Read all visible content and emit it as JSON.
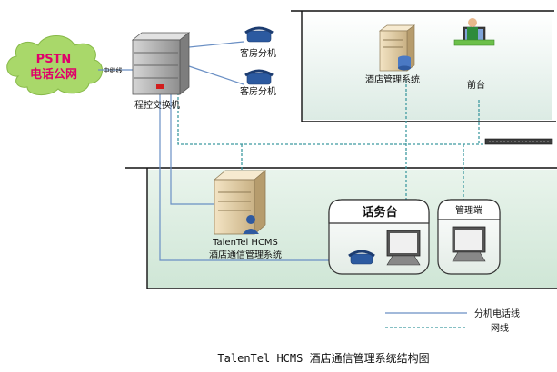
{
  "pstn": {
    "line1": "PSTN",
    "line2": "电话公网"
  },
  "trunk_label": "中继线",
  "pbx_label": "程控交换机",
  "phones": [
    {
      "label": "客房分机"
    },
    {
      "label": "客房分机"
    }
  ],
  "hotel_lan": {
    "server_label": "酒店管理系统",
    "front_desk_label": "前台"
  },
  "hcms": {
    "line1": "TalenTel HCMS",
    "line2": "酒店通信管理系统"
  },
  "operator_console": {
    "title": "话务台"
  },
  "admin_terminal": {
    "title": "管理端"
  },
  "legend": {
    "extension_line": "分机电话线",
    "network_line": "网线"
  },
  "title": "TalenTel HCMS 酒店通信管理系统结构图",
  "colors": {
    "extension_line": "#6a8fc4",
    "network_line": "#3f9aa0",
    "green_bg": "#d8ece0",
    "pstn_cloud": "#a9d86a",
    "pstn_text": "#e0006a"
  }
}
